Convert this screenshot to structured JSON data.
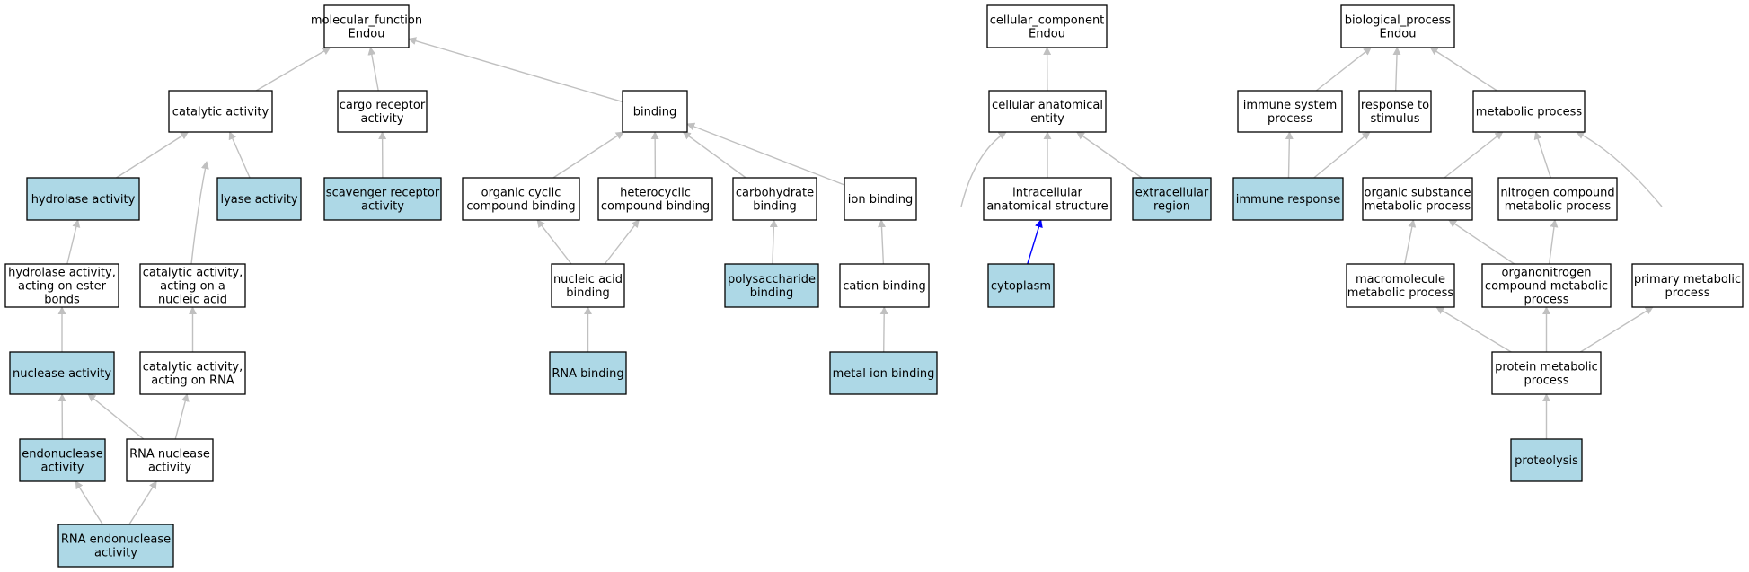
{
  "colors": {
    "highlight": "#add8e6",
    "plain": "#ffffff",
    "edge_default": "#c0c0c0",
    "edge_blue": "#0000ff"
  },
  "nodes": [
    {
      "id": "mf_root",
      "lines": [
        "molecular_function",
        "Endou"
      ],
      "highlight": false
    },
    {
      "id": "catalytic",
      "lines": [
        "catalytic activity"
      ],
      "highlight": false
    },
    {
      "id": "cargo",
      "lines": [
        "cargo receptor",
        "activity"
      ],
      "highlight": false
    },
    {
      "id": "binding",
      "lines": [
        "binding"
      ],
      "highlight": false
    },
    {
      "id": "hydrolase",
      "lines": [
        "hydrolase activity"
      ],
      "highlight": true
    },
    {
      "id": "lyase",
      "lines": [
        "lyase activity"
      ],
      "highlight": true
    },
    {
      "id": "scavenger",
      "lines": [
        "scavenger receptor",
        "activity"
      ],
      "highlight": true
    },
    {
      "id": "orgcyclic",
      "lines": [
        "organic cyclic",
        "compound binding"
      ],
      "highlight": false
    },
    {
      "id": "heterocyclic",
      "lines": [
        "heterocyclic",
        "compound binding"
      ],
      "highlight": false
    },
    {
      "id": "carbohydrate",
      "lines": [
        "carbohydrate",
        "binding"
      ],
      "highlight": false
    },
    {
      "id": "ionbind",
      "lines": [
        "ion binding"
      ],
      "highlight": false
    },
    {
      "id": "hydrolase_ester",
      "lines": [
        "hydrolase activity,",
        "acting on ester",
        "bonds"
      ],
      "highlight": false
    },
    {
      "id": "cat_nucleic",
      "lines": [
        "catalytic activity,",
        "acting on a",
        "nucleic acid"
      ],
      "highlight": false
    },
    {
      "id": "nucacid_bind",
      "lines": [
        "nucleic acid",
        "binding"
      ],
      "highlight": false
    },
    {
      "id": "polysacch",
      "lines": [
        "polysaccharide",
        "binding"
      ],
      "highlight": true
    },
    {
      "id": "cation",
      "lines": [
        "cation binding"
      ],
      "highlight": false
    },
    {
      "id": "nuclease",
      "lines": [
        "nuclease activity"
      ],
      "highlight": true
    },
    {
      "id": "cat_rna",
      "lines": [
        "catalytic activity,",
        "acting on RNA"
      ],
      "highlight": false
    },
    {
      "id": "rnabind",
      "lines": [
        "RNA binding"
      ],
      "highlight": true
    },
    {
      "id": "metalion",
      "lines": [
        "metal ion binding"
      ],
      "highlight": true
    },
    {
      "id": "endonuclease",
      "lines": [
        "endonuclease",
        "activity"
      ],
      "highlight": true
    },
    {
      "id": "rnanuclease",
      "lines": [
        "RNA nuclease",
        "activity"
      ],
      "highlight": false
    },
    {
      "id": "rnaendo",
      "lines": [
        "RNA endonuclease",
        "activity"
      ],
      "highlight": true
    },
    {
      "id": "cc_root",
      "lines": [
        "cellular_component",
        "Endou"
      ],
      "highlight": false
    },
    {
      "id": "cellanat",
      "lines": [
        "cellular anatomical",
        "entity"
      ],
      "highlight": false
    },
    {
      "id": "intracell",
      "lines": [
        "intracellular",
        "anatomical structure"
      ],
      "highlight": false
    },
    {
      "id": "extracell",
      "lines": [
        "extracellular",
        "region"
      ],
      "highlight": true
    },
    {
      "id": "cytoplasm",
      "lines": [
        "cytoplasm"
      ],
      "highlight": true
    },
    {
      "id": "bp_root",
      "lines": [
        "biological_process",
        "Endou"
      ],
      "highlight": false
    },
    {
      "id": "immsys",
      "lines": [
        "immune system",
        "process"
      ],
      "highlight": false
    },
    {
      "id": "resp",
      "lines": [
        "response to",
        "stimulus"
      ],
      "highlight": false
    },
    {
      "id": "metab",
      "lines": [
        "metabolic process"
      ],
      "highlight": false
    },
    {
      "id": "immresp",
      "lines": [
        "immune response"
      ],
      "highlight": true
    },
    {
      "id": "orgsub",
      "lines": [
        "organic substance",
        "metabolic process"
      ],
      "highlight": false
    },
    {
      "id": "nitrogen",
      "lines": [
        "nitrogen compound",
        "metabolic process"
      ],
      "highlight": false
    },
    {
      "id": "macromol",
      "lines": [
        "macromolecule",
        "metabolic process"
      ],
      "highlight": false
    },
    {
      "id": "organonitro",
      "lines": [
        "organonitrogen",
        "compound metabolic",
        "process"
      ],
      "highlight": false
    },
    {
      "id": "primary",
      "lines": [
        "primary metabolic",
        "process"
      ],
      "highlight": false
    },
    {
      "id": "protmetab",
      "lines": [
        "protein metabolic",
        "process"
      ],
      "highlight": false
    },
    {
      "id": "proteolysis",
      "lines": [
        "proteolysis"
      ],
      "highlight": true
    }
  ],
  "edges": [
    {
      "from": "catalytic",
      "to": "mf_root"
    },
    {
      "from": "cargo",
      "to": "mf_root"
    },
    {
      "from": "binding",
      "to": "mf_root"
    },
    {
      "from": "hydrolase",
      "to": "catalytic"
    },
    {
      "from": "lyase",
      "to": "catalytic"
    },
    {
      "from": "cat_nucleic",
      "to": "catalytic"
    },
    {
      "from": "scavenger",
      "to": "cargo"
    },
    {
      "from": "orgcyclic",
      "to": "binding"
    },
    {
      "from": "heterocyclic",
      "to": "binding"
    },
    {
      "from": "carbohydrate",
      "to": "binding"
    },
    {
      "from": "ionbind",
      "to": "binding"
    },
    {
      "from": "hydrolase_ester",
      "to": "hydrolase"
    },
    {
      "from": "nuclease",
      "to": "hydrolase_ester"
    },
    {
      "from": "cat_rna",
      "to": "cat_nucleic"
    },
    {
      "from": "nucacid_bind",
      "to": "orgcyclic"
    },
    {
      "from": "nucacid_bind",
      "to": "heterocyclic"
    },
    {
      "from": "polysacch",
      "to": "carbohydrate"
    },
    {
      "from": "cation",
      "to": "ionbind"
    },
    {
      "from": "rnabind",
      "to": "nucacid_bind"
    },
    {
      "from": "metalion",
      "to": "cation"
    },
    {
      "from": "endonuclease",
      "to": "nuclease"
    },
    {
      "from": "rnanuclease",
      "to": "nuclease"
    },
    {
      "from": "rnanuclease",
      "to": "cat_rna"
    },
    {
      "from": "rnaendo",
      "to": "endonuclease"
    },
    {
      "from": "rnaendo",
      "to": "rnanuclease"
    },
    {
      "from": "cellanat",
      "to": "cc_root"
    },
    {
      "from": "intracell",
      "to": "cellanat"
    },
    {
      "from": "extracell",
      "to": "cellanat"
    },
    {
      "from": "cytoplasm",
      "to": "cellanat"
    },
    {
      "from": "cytoplasm",
      "to": "intracell",
      "blue": true
    },
    {
      "from": "immsys",
      "to": "bp_root"
    },
    {
      "from": "resp",
      "to": "bp_root"
    },
    {
      "from": "metab",
      "to": "bp_root"
    },
    {
      "from": "immresp",
      "to": "immsys"
    },
    {
      "from": "immresp",
      "to": "resp"
    },
    {
      "from": "orgsub",
      "to": "metab"
    },
    {
      "from": "nitrogen",
      "to": "metab"
    },
    {
      "from": "primary",
      "to": "metab"
    },
    {
      "from": "macromol",
      "to": "orgsub"
    },
    {
      "from": "organonitro",
      "to": "orgsub"
    },
    {
      "from": "organonitro",
      "to": "nitrogen"
    },
    {
      "from": "protmetab",
      "to": "macromol"
    },
    {
      "from": "protmetab",
      "to": "organonitro"
    },
    {
      "from": "protmetab",
      "to": "primary"
    },
    {
      "from": "proteolysis",
      "to": "protmetab"
    }
  ]
}
